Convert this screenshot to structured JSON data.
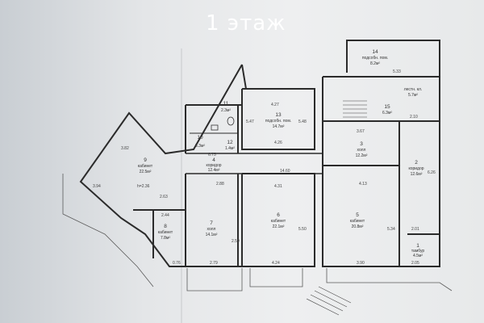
{
  "title": "1 этаж",
  "rooms": [
    {
      "num": "1",
      "name": "тамбур",
      "area": "4.5м²"
    },
    {
      "num": "2",
      "name": "коридор",
      "area": "12.6м²"
    },
    {
      "num": "3",
      "name": "холл",
      "area": "12.2м²"
    },
    {
      "num": "4",
      "name": "коридор",
      "area": "12.4м²"
    },
    {
      "num": "5",
      "name": "кабинет",
      "area": "20.8м²"
    },
    {
      "num": "6",
      "name": "кабинет",
      "area": "22.1м²"
    },
    {
      "num": "7",
      "name": "холл",
      "area": "14.1м²"
    },
    {
      "num": "8",
      "name": "кабинет",
      "area": "7.8м²"
    },
    {
      "num": "9",
      "name": "кабинет",
      "area": "22.5м²"
    },
    {
      "num": "10",
      "name": "",
      "area": "3.3м²"
    },
    {
      "num": "11",
      "name": "",
      "area": "2.3м²"
    },
    {
      "num": "12",
      "name": "",
      "area": "1.4м²"
    },
    {
      "num": "13",
      "name": "подсобн. пом.",
      "area": "14.7м²"
    },
    {
      "num": "14",
      "name": "подсобн. пом.",
      "area": "8.2м²"
    },
    {
      "num": "15",
      "name": "",
      "area": "6.3м²"
    },
    {
      "num": "",
      "name": "лестн. кл.",
      "area": "5.7м²"
    }
  ],
  "dimensions": [
    "5.33",
    "2.10",
    "3.67",
    "4.27",
    "4.26",
    "5.48",
    "5.47",
    "6.75",
    "14.60",
    "4.13",
    "4.31",
    "2.88",
    "2.63",
    "2.44",
    "2.79",
    "4.24",
    "3.90",
    "2.05",
    "2.01",
    "0.76",
    "3.94",
    "3.82",
    "2.59",
    "5.50",
    "5.34",
    "6.26",
    "h=2.36"
  ]
}
